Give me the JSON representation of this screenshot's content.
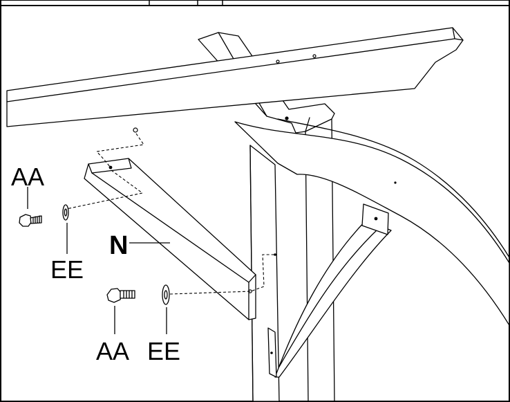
{
  "labels": {
    "aa_upper": "AA",
    "ee_upper": "EE",
    "n_bracket": "N",
    "aa_lower": "AA",
    "ee_lower": "EE"
  },
  "icons": [
    "bolt-icon",
    "washer-icon",
    "bracket-icon"
  ],
  "colors": {
    "line": "#000000",
    "background": "#ffffff"
  }
}
